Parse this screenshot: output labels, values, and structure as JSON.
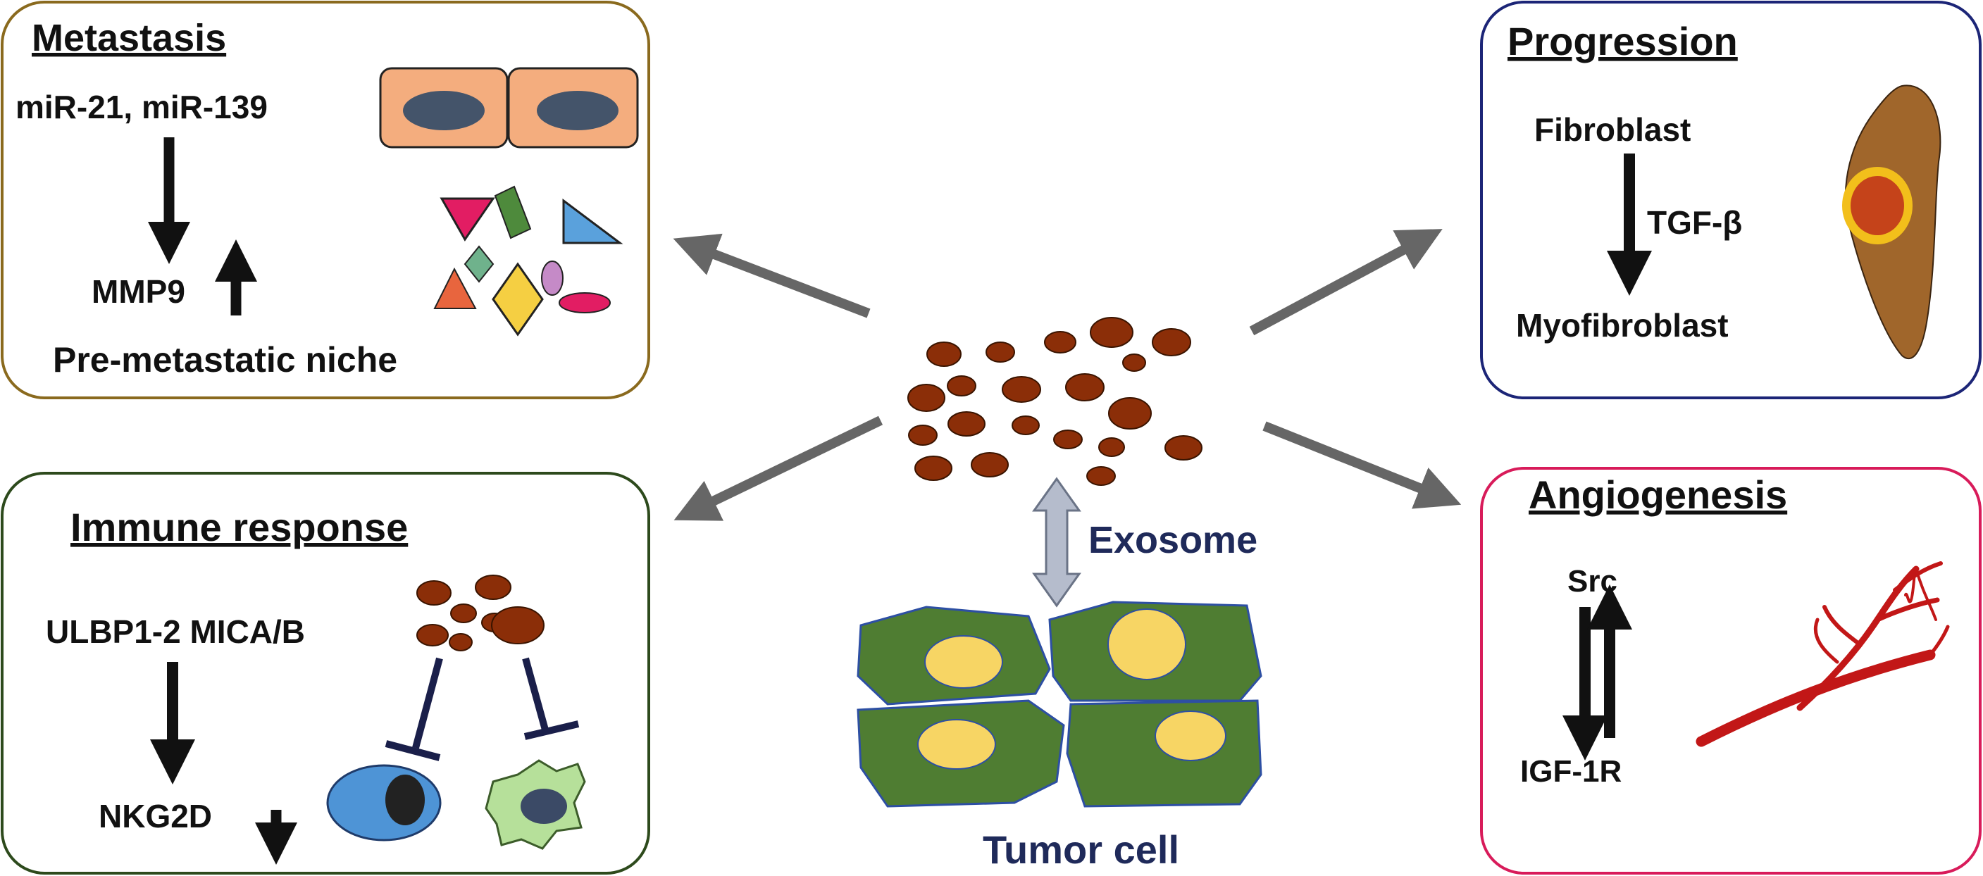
{
  "panels": {
    "metastasis": {
      "title": "Metastasis",
      "mirnas": "miR-21, miR-139",
      "target": "MMP9",
      "outcome": "Pre-metastatic niche"
    },
    "progression": {
      "title": "Progression",
      "source": "Fibroblast",
      "mediator": "TGF-β",
      "product": "Myofibroblast"
    },
    "immune_response": {
      "title": "Immune response",
      "ligands": "ULBP1-2 MICA/B",
      "receptor": "NKG2D"
    },
    "angiogenesis": {
      "title": "Angiogenesis",
      "upstream": "Src",
      "downstream": "IGF-1R"
    }
  },
  "center": {
    "exosome_label": "Exosome",
    "tumor_label": "Tumor cell"
  },
  "colors": {
    "metastasis_border": "#8a6a1e",
    "progression_border": "#1c2577",
    "immune_border": "#2d4a1c",
    "angiogenesis_border": "#d81b5a",
    "exosome_fill": "#8b2e08",
    "tumor_cell_fill": "#4f7d32",
    "nucleus_fill": "#f7d564",
    "arrow_gray": "#666666"
  }
}
